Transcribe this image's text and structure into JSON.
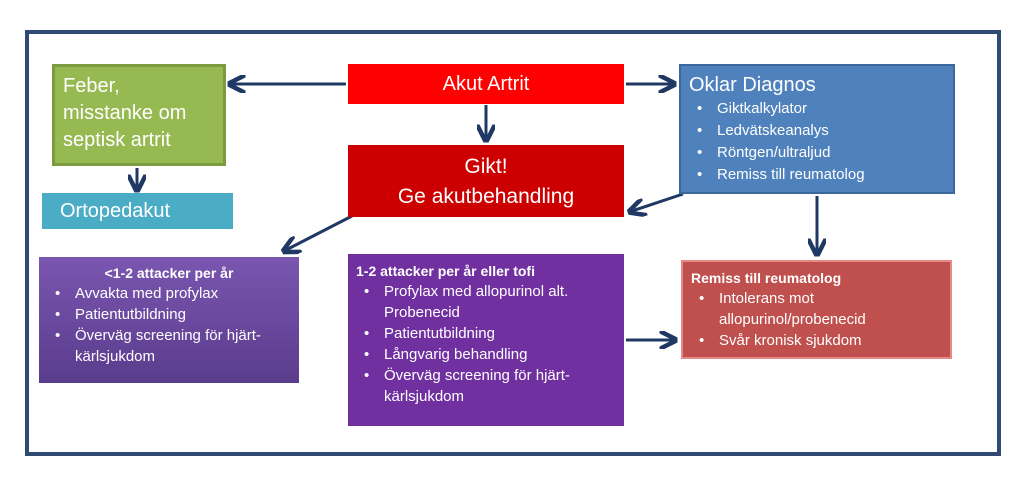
{
  "nodes": {
    "akut": {
      "label": "Akut Artrit"
    },
    "gikt": {
      "line1": "Gikt!",
      "line2": "Ge akutbehandling"
    },
    "feber": {
      "line1": "Feber,",
      "line2": "misstanke om",
      "line3": "septisk artrit"
    },
    "ortopedakut": {
      "label": "Ortopedakut"
    },
    "oklar": {
      "title": "Oklar Diagnos",
      "items": [
        "Giktkalkylator",
        "Ledvätskeanalys",
        "Röntgen/ultraljud",
        "Remiss till reumatolog"
      ]
    },
    "less": {
      "title": "<1-2 attacker per år",
      "items": [
        "Avvakta med profylax",
        "Patientutbildning",
        "Överväg screening för hjärt-kärlsjukdom"
      ]
    },
    "more": {
      "title": "1-2 attacker per år eller tofi",
      "items": [
        "Profylax med allopurinol alt. Probenecid",
        "Patientutbildning",
        "Långvarig behandling",
        "Överväg screening för hjärt-kärlsjukdom"
      ]
    },
    "remiss": {
      "title": "Remiss till reumatolog",
      "items": [
        "Intolerans mot allopurinol/probenecid",
        "Svår kronisk sjukdom"
      ]
    }
  },
  "colors": {
    "frame": "#2f4b74",
    "arrow": "#1f3864",
    "akut": "#ff0000",
    "gikt": "#cc0000",
    "feber": "#97b952",
    "ortopedakut": "#4bacc6",
    "oklar": "#4f81bd",
    "less": "#6a4a9e",
    "more": "#7030a0",
    "remiss": "#c0504d"
  }
}
